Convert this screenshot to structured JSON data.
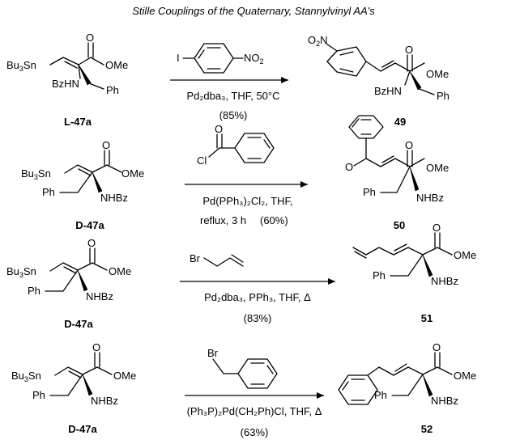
{
  "title": "Stille Couplings of the Quaternary, Stannylvinyl AA's",
  "atoms": {
    "bu3sn": "Bu",
    "sub3": "3",
    "sn": "Sn",
    "o": "O",
    "ome": "OMe",
    "bzhn": "BzHN",
    "nhbz": "NHBz",
    "ph": "Ph",
    "i": "I",
    "no2": "NO",
    "sub2": "2",
    "cl": "Cl",
    "br": "Br"
  },
  "reactions": [
    {
      "start": "L-47a",
      "condition": "Pd₂dba₃, THF, 50°C",
      "yield": "(85%)",
      "product": "49"
    },
    {
      "start": "D-47a",
      "condition_line1": "Pd(PPh₃)₂Cl₂, THF,",
      "condition_line2": "reflux, 3 h",
      "yield": "(60%)",
      "product": "50"
    },
    {
      "start": "D-47a",
      "condition": "Pd₂dba₃, PPh₃, THF, Δ",
      "yield": "(83%)",
      "product": "51"
    },
    {
      "start": "D-47a",
      "condition": "(Ph₃P)₂Pd(CH₂Ph)Cl, THF, Δ",
      "yield": "(63%)",
      "product": "52"
    }
  ]
}
